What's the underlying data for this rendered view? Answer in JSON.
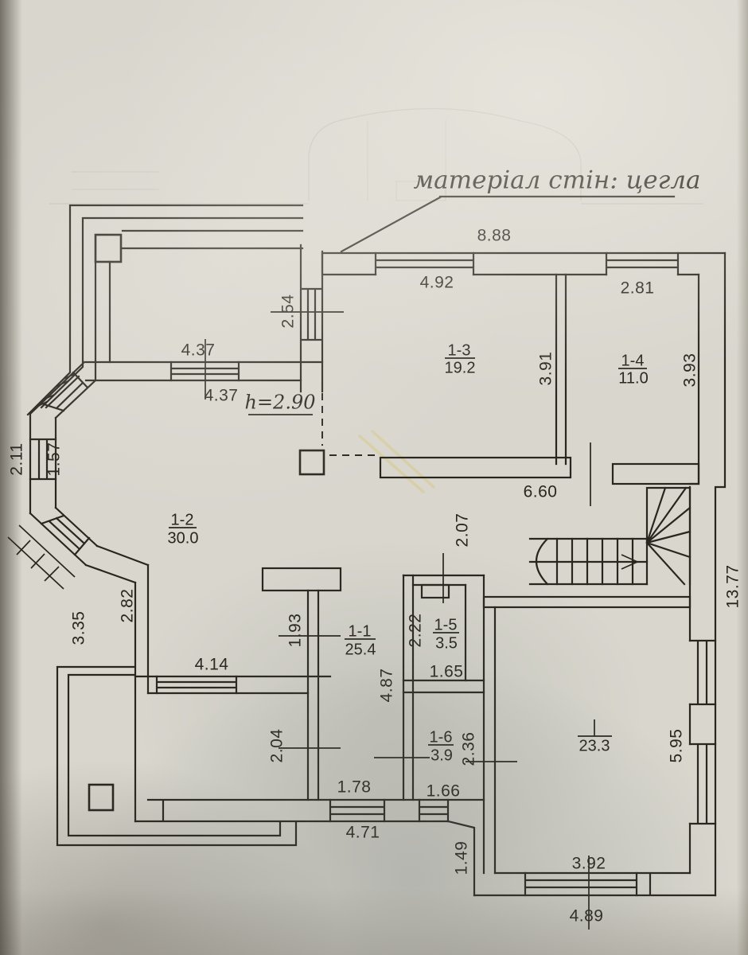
{
  "document": {
    "kind": "scanned floor plan photo"
  },
  "title": {
    "text": "матеріал стін: цегла"
  },
  "note": {
    "height": "h=2.90"
  },
  "rooms": {
    "r11": {
      "id": "1-1",
      "area": "25.4"
    },
    "r12": {
      "id": "1-2",
      "area": "30.0"
    },
    "r13": {
      "id": "1-3",
      "area": "19.2"
    },
    "r14": {
      "id": "1-4",
      "area": "11.0"
    },
    "r15": {
      "id": "1-5",
      "area": "3.5"
    },
    "r16": {
      "id": "1-6",
      "area": "3.9"
    },
    "r_right": {
      "area": "23.3"
    }
  },
  "dims": {
    "top_total": "8.88",
    "top_win_left": "4.92",
    "top_win_right": "2.81",
    "tl_opening": "2.54",
    "tl_win_top": "4.37",
    "tl_win_bottom": "4.37",
    "bay_out": "2.11",
    "bay_in": "1.57",
    "r13_depth": "3.91",
    "r14_depth": "3.93",
    "hall_wall": "6.60",
    "stair_gap": "2.07",
    "right_total": "13.77",
    "pier": "1.93",
    "bay_low_in": "2.82",
    "bay_low_out": "3.35",
    "wc_depth": "2.22",
    "wc_width": "1.65",
    "hall_depth": "4.87",
    "low_win": "4.14",
    "low_room_depth": "2.04",
    "r16_width": "2.36",
    "door_left": "1.78",
    "door_right": "1.66",
    "bottom_mid_total": "4.71",
    "step_depth": "1.49",
    "right_room_depth": "5.95",
    "bottom_win": "3.92",
    "bottom_total": "4.89"
  },
  "colors": {
    "paper": "#d8d6cd",
    "ink": "#29261f",
    "faint": "#b7b3a6",
    "pencil": "#d9c878"
  }
}
